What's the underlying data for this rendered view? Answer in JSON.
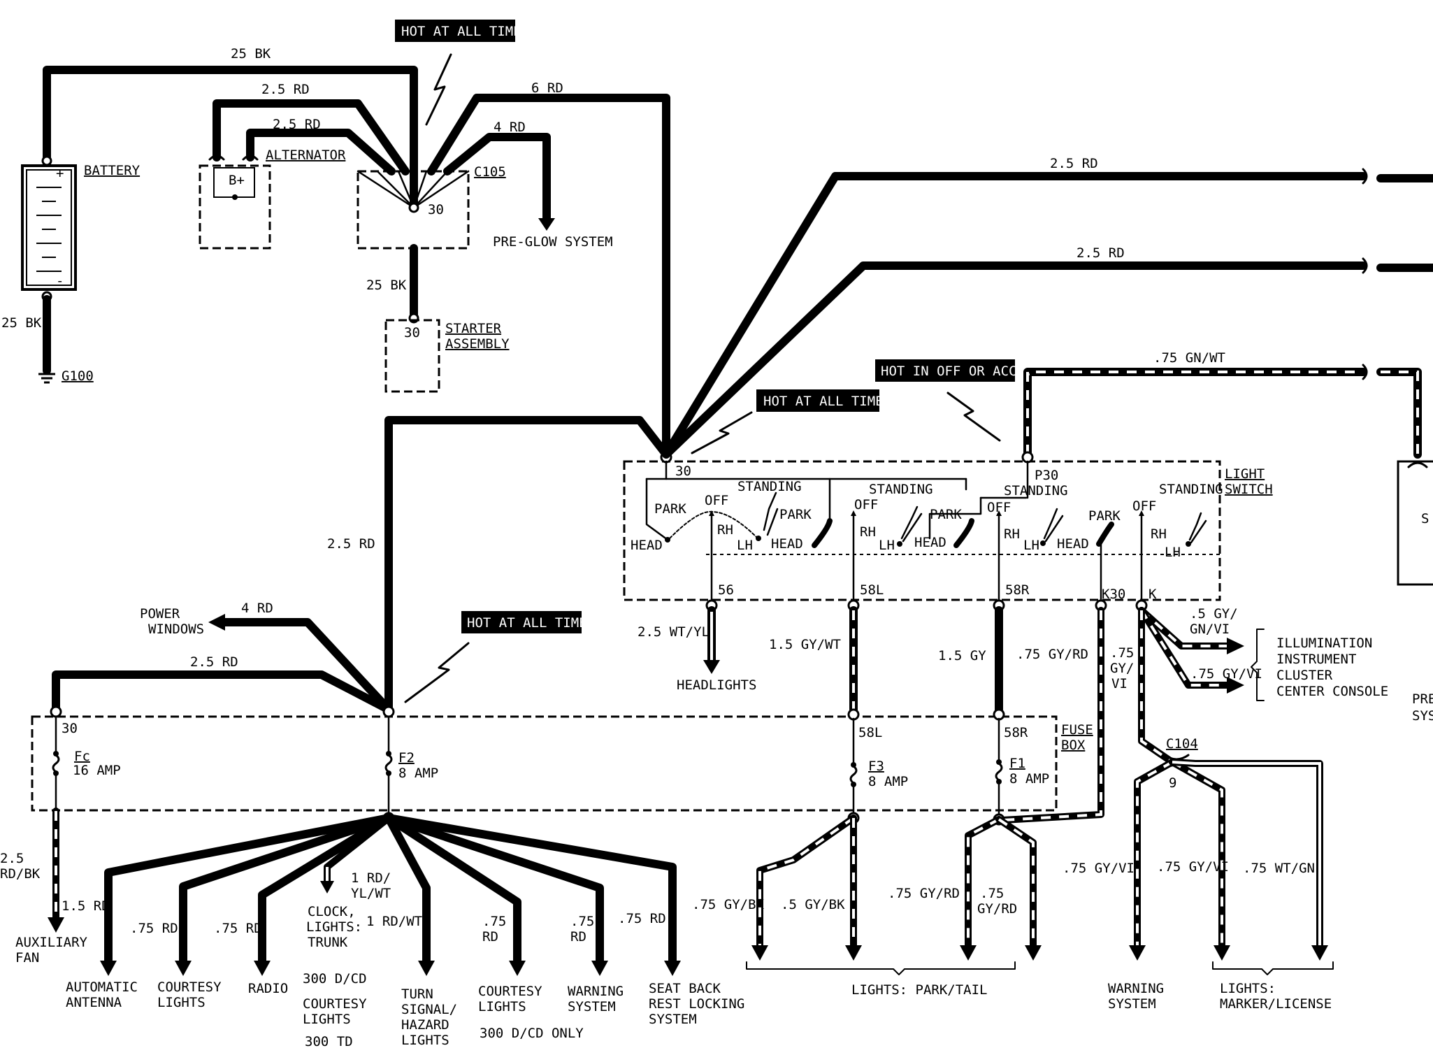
{
  "banners": {
    "hot_top": "HOT AT ALL TIMES",
    "hot_switch": "HOT AT ALL TIMES",
    "hot_fuse": "HOT AT ALL TIMES",
    "hot_accy": "HOT IN OFF OR ACCY."
  },
  "components": {
    "battery": "BATTERY",
    "battery_plus": "+",
    "battery_minus": "-",
    "alternator": "ALTERNATOR",
    "alternator_bplus": "B+",
    "c105": "C105",
    "c105_term": "30",
    "starter_line1": "STARTER",
    "starter_line2": "ASSEMBLY",
    "starter_term": "30",
    "ground": "G100",
    "light_switch_line1": "LIGHT",
    "light_switch_line2": "SWITCH",
    "fuse_box_line1": "FUSE",
    "fuse_box_line2": "BOX",
    "c104": "C104",
    "c104_pin": "9",
    "pre_glow": "PRE-GLOW SYSTEM"
  },
  "wires": {
    "w25bk_top": "25 BK",
    "w25rd_a": "2.5 RD",
    "w25rd_b": "2.5 RD",
    "w6rd": "6 RD",
    "w4rd_preglow": "4 RD",
    "w25bk_starter": "25 BK",
    "w25bk_ground": "25 BK",
    "w25rd_right1": "2.5 RD",
    "w25rd_right2": "2.5 RD",
    "w75gnwt": ".75 GN/WT",
    "w25rd_switch": "2.5 RD",
    "w4rd_power": "4 RD",
    "w25rd_fc": "2.5 RD",
    "w25wtyl": "2.5 WT/YL",
    "w15gywt": "1.5 GY/WT",
    "w15gy": "1.5 GY",
    "w75gyrd": ".75 GY/RD",
    "w75gyvi_a": ".75",
    "w75gyvi_b": "GY/",
    "w75gyvi_c": "VI",
    "w5gynvi_a": ".5 GY/",
    "w5gynvi_b": "GN/VI",
    "w75gyvi_ill": ".75 GY/VI",
    "w25rdbk_a": "2.5",
    "w25rdbk_b": "RD/BK",
    "w15rd": "1.5 RD",
    "w75rd_ant": ".75 RD",
    "w75rd_court": ".75 RD",
    "w1rdylwt_a": "1 RD/",
    "w1rdylwt_b": "YL/WT",
    "w1rdwt": "1 RD/WT",
    "w75rd_c1": ".75",
    "w75rd_c2": "RD",
    "w75rd_w1": ".75",
    "w75rd_w2": "RD",
    "w75rd_seat": ".75 RD",
    "w75gybk": ".75 GY/BK",
    "w5gybk": ".5 GY/BK",
    "w75gyrd_p1": ".75 GY/RD",
    "w75gyrd_p2a": ".75",
    "w75gyrd_p2b": "GY/RD",
    "w75gyvi_warn": ".75 GY/VI",
    "w75gyvi_mk": ".75 GY/VI",
    "w75wtgn": ".75 WT/GN"
  },
  "switch": {
    "t30": "30",
    "p30": "P30",
    "park1": "PARK",
    "off1": "OFF",
    "standing1": "STANDING",
    "head1": "HEAD",
    "rh1": "RH",
    "lh1": "LH",
    "park2": "PARK",
    "off2": "OFF",
    "standing2": "STANDING",
    "head2": "HEAD",
    "rh2": "RH",
    "lh2": "LH",
    "park3": "PARK",
    "off3": "OFF",
    "standing3": "STANDING",
    "head3": "HEAD",
    "rh3": "RH",
    "lh3": "LH",
    "park4": "PARK",
    "off4": "OFF",
    "standing4": "STANDING",
    "head4": "HEAD",
    "rh4": "RH",
    "lh4": "LH",
    "t56": "56",
    "t58l": "58L",
    "t58r": "58R",
    "tk30": "K30",
    "tk": "K"
  },
  "fuses": {
    "t30": "30",
    "fc_name": "Fc",
    "fc_amp": "16 AMP",
    "f2_name": "F2",
    "f2_amp": "8 AMP",
    "f3_name": "F3",
    "f3_amp": "8 AMP",
    "f1_name": "F1",
    "f1_amp": "8 AMP",
    "t58l": "58L",
    "t58r": "58R"
  },
  "loads": {
    "power_windows_1": "POWER",
    "power_windows_2": "WINDOWS",
    "headlights": "HEADLIGHTS",
    "illum_1": "ILLUMINATION",
    "illum_2": "INSTRUMENT",
    "illum_3": "CLUSTER",
    "illum_4": "CENTER CONSOLE",
    "aux_fan_1": "AUXILIARY",
    "aux_fan_2": "FAN",
    "antenna_1": "AUTOMATIC",
    "antenna_2": "ANTENNA",
    "courtesy_1": "COURTESY",
    "courtesy_2": "LIGHTS",
    "radio": "RADIO",
    "clock_1": "CLOCK,",
    "clock_2": "LIGHTS:",
    "clock_3": "TRUNK",
    "note_300dcd": "300 D/CD",
    "note_court_1": "COURTESY",
    "note_court_2": "LIGHTS",
    "note_300td": "300 TD",
    "turn_1": "TURN",
    "turn_2": "SIGNAL/",
    "turn_3": "HAZARD",
    "turn_4": "LIGHTS",
    "court2_1": "COURTESY",
    "court2_2": "LIGHTS",
    "note_300only": "300 D/CD ONLY",
    "warn_1": "WARNING",
    "warn_2": "SYSTEM",
    "seat_1": "SEAT BACK",
    "seat_2": "REST LOCKING",
    "seat_3": "SYSTEM",
    "park_tail": "LIGHTS: PARK/TAIL",
    "warn2_1": "WARNING",
    "warn2_2": "SYSTEM",
    "marker_1": "LIGHTS:",
    "marker_2": "MARKER/LICENSE",
    "edge_pre": "PRE",
    "edge_sys": "SYS",
    "edge_s": "S"
  }
}
